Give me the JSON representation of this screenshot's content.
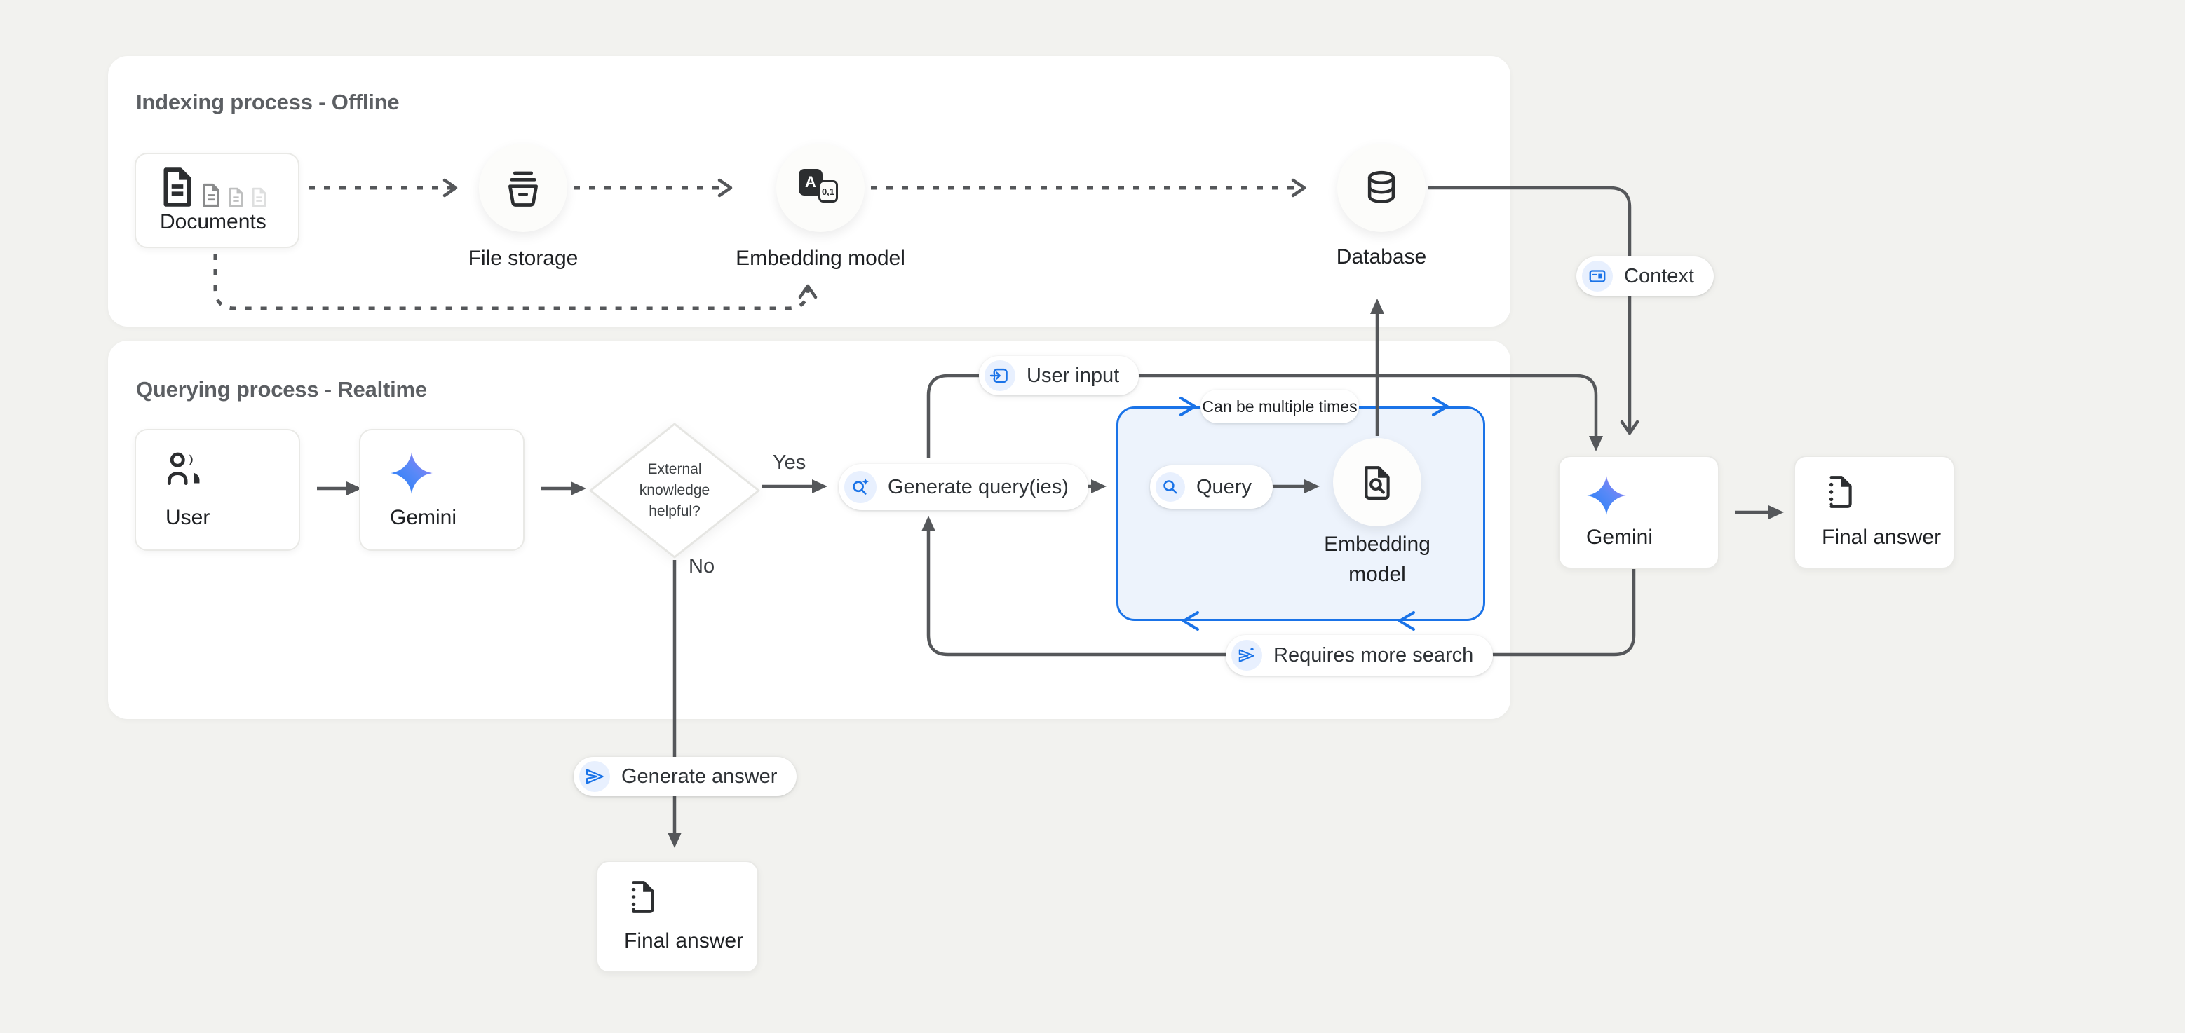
{
  "panels": {
    "indexing": {
      "title": "Indexing process - Offline"
    },
    "querying": {
      "title": "Querying process - Realtime"
    }
  },
  "nodes": {
    "documents": {
      "label": "Documents"
    },
    "file_storage": {
      "label": "File storage"
    },
    "embedding_model_offline": {
      "label": "Embedding model"
    },
    "database": {
      "label": "Database"
    },
    "user": {
      "label": "User"
    },
    "gemini_left": {
      "label": "Gemini"
    },
    "decision": {
      "line1": "External",
      "line2": "knowledge",
      "line3": "helpful?"
    },
    "generate_queries": {
      "label": "Generate query(ies)"
    },
    "query": {
      "label": "Query"
    },
    "embedding_model_query": {
      "line1": "Embedding",
      "line2": "model"
    },
    "gemini_right": {
      "label": "Gemini"
    },
    "final_answer_right": {
      "label": "Final answer"
    },
    "final_answer_bottom": {
      "label": "Final answer"
    }
  },
  "badges": {
    "user_input": {
      "label": "User input",
      "icon": "input-arrow-icon"
    },
    "context": {
      "label": "Context",
      "icon": "article-icon"
    },
    "can_be_multiple_times": {
      "label": "Can be multiple times"
    },
    "requires_more_search": {
      "label": "Requires more search",
      "icon": "send-spark-icon"
    },
    "generate_answer": {
      "label": "Generate answer",
      "icon": "send-icon"
    }
  },
  "edge_labels": {
    "yes": "Yes",
    "no": "No"
  },
  "edges": [
    {
      "from": "documents",
      "to": "file_storage",
      "style": "dashed"
    },
    {
      "from": "file_storage",
      "to": "embedding_model_offline",
      "style": "dashed"
    },
    {
      "from": "embedding_model_offline",
      "to": "database",
      "style": "dashed"
    },
    {
      "from": "documents",
      "to": "embedding_model_offline",
      "style": "dashed-loop"
    },
    {
      "from": "user",
      "to": "gemini_left",
      "style": "solid"
    },
    {
      "from": "gemini_left",
      "to": "decision",
      "style": "solid"
    },
    {
      "from": "decision",
      "to": "generate_queries",
      "style": "solid",
      "label": "Yes"
    },
    {
      "from": "decision",
      "to": "final_answer_bottom",
      "style": "solid",
      "label": "No",
      "via": "Generate answer"
    },
    {
      "from": "generate_queries",
      "to": "query_loop_box",
      "style": "solid"
    },
    {
      "from": "query",
      "to": "embedding_model_query",
      "style": "solid"
    },
    {
      "from": "embedding_model_query",
      "to": "database",
      "style": "solid"
    },
    {
      "from": "database",
      "to": "gemini_right",
      "style": "solid",
      "via": "Context"
    },
    {
      "from": "generate_queries",
      "to": "gemini_right",
      "style": "solid",
      "via": "User input"
    },
    {
      "from": "gemini_right",
      "to": "generate_queries",
      "style": "solid",
      "via": "Requires more search"
    },
    {
      "from": "gemini_right",
      "to": "final_answer_right",
      "style": "solid"
    }
  ],
  "colors": {
    "accent_blue": "#1a73e8",
    "accent_blue_soft": "#e8f0fe",
    "loop_box_fill": "#edf3fc",
    "line_gray": "#55575a",
    "page_background": "#f2f2ef",
    "panel_background": "#ffffff",
    "gemini_gradient_start": "#1f7ef7",
    "gemini_gradient_end": "#a478f3"
  }
}
